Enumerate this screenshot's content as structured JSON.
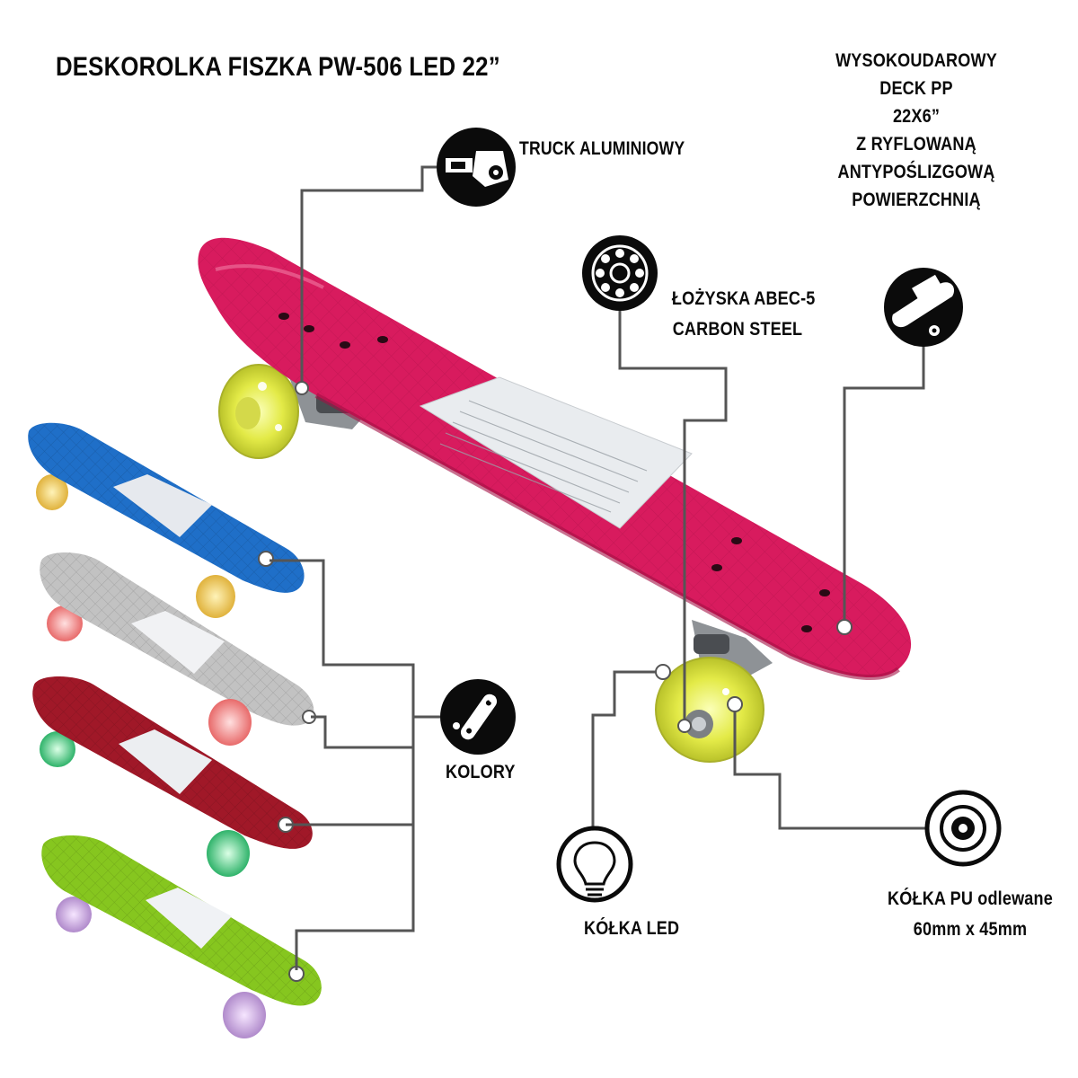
{
  "title": "DESKOROLKA FISZKA PW-506 LED 22”",
  "features": {
    "truck": "TRUCK ALUMINIOWY",
    "deck_lines": [
      "WYSOKOUDAROWY",
      "DECK PP",
      "22X6”",
      "Z RYFLOWANĄ",
      "ANTYPOŚLIZGOWĄ",
      "POWIERZCHNIĄ"
    ],
    "bearings_lines": [
      "ŁOŻYSKA ABEC-5",
      "CARBON STEEL"
    ],
    "colors": "KOLORY",
    "led_wheels": "KÓŁKA LED",
    "pu_wheels_lines": [
      "KÓŁKA PU odlewane",
      "60mm x 45mm"
    ]
  },
  "icons": {
    "truck": "truck-icon",
    "bearing": "bearing-icon",
    "deck": "deck-icon",
    "skateboard": "skateboard-icon",
    "bulb": "light-bulb-icon",
    "wheel": "wheel-icon"
  },
  "colors": {
    "main_deck": "#d81b5e",
    "variant_blue": "#1f6fc8",
    "variant_silver": "#c2c2c2",
    "variant_red": "#a01828",
    "variant_green": "#86c61f",
    "wheel_yellow": "#e6ec50",
    "icon_fill": "#0b0b0b",
    "connector_line": "#555555"
  },
  "variants": [
    "blue",
    "silver",
    "red",
    "green"
  ]
}
